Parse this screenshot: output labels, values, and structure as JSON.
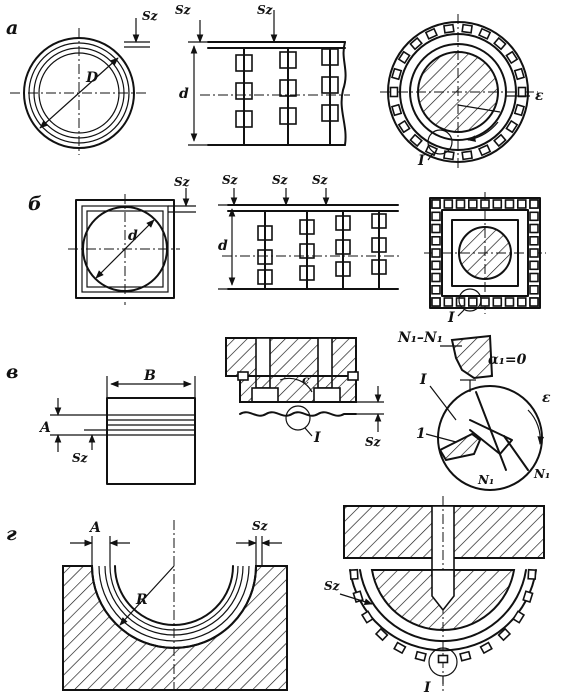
{
  "rows": [
    {
      "id": "a",
      "label": "а"
    },
    {
      "id": "b",
      "label": "б"
    },
    {
      "id": "v",
      "label": "в"
    },
    {
      "id": "g",
      "label": "г"
    }
  ],
  "labels": {
    "sz": "Sz",
    "D": "D",
    "d": "d",
    "eps": "ε",
    "detail": "I",
    "B": "B",
    "A": "A",
    "R": "R",
    "section": "N₁–N₁",
    "alpha": "α₁=0",
    "one": "1",
    "n1": "N₁",
    "c": "c"
  }
}
